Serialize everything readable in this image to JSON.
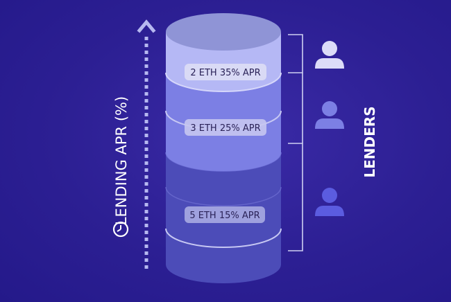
{
  "axis": {
    "label": "LENDING APR (%)",
    "icon": "clock-icon"
  },
  "group": {
    "label": "LENDERS"
  },
  "tiers": [
    {
      "label": "2 ETH  35% APR",
      "color_side": "#9ea0ef",
      "color_top": "#b9bbf6"
    },
    {
      "label": "3 ETH  25% APR",
      "color_side": "#7c7fe4",
      "color_top": "#9497ec"
    },
    {
      "label": "5 ETH  15% APR",
      "color_side": "#4c4cb8",
      "color_top": "#5d5ec7"
    }
  ],
  "lenders": [
    {
      "icon": "user-icon",
      "color": "#dcdcf8"
    },
    {
      "icon": "user-icon",
      "color": "#7c7fe4"
    },
    {
      "icon": "user-icon",
      "color": "#5b5ce0"
    }
  ],
  "colors": {
    "background": "#2c1f93",
    "cylinder_top": "#8f94d6",
    "badge": "#dcdcf4",
    "bracket": "#cfd0f2",
    "arrow": "#b6b8f0"
  }
}
